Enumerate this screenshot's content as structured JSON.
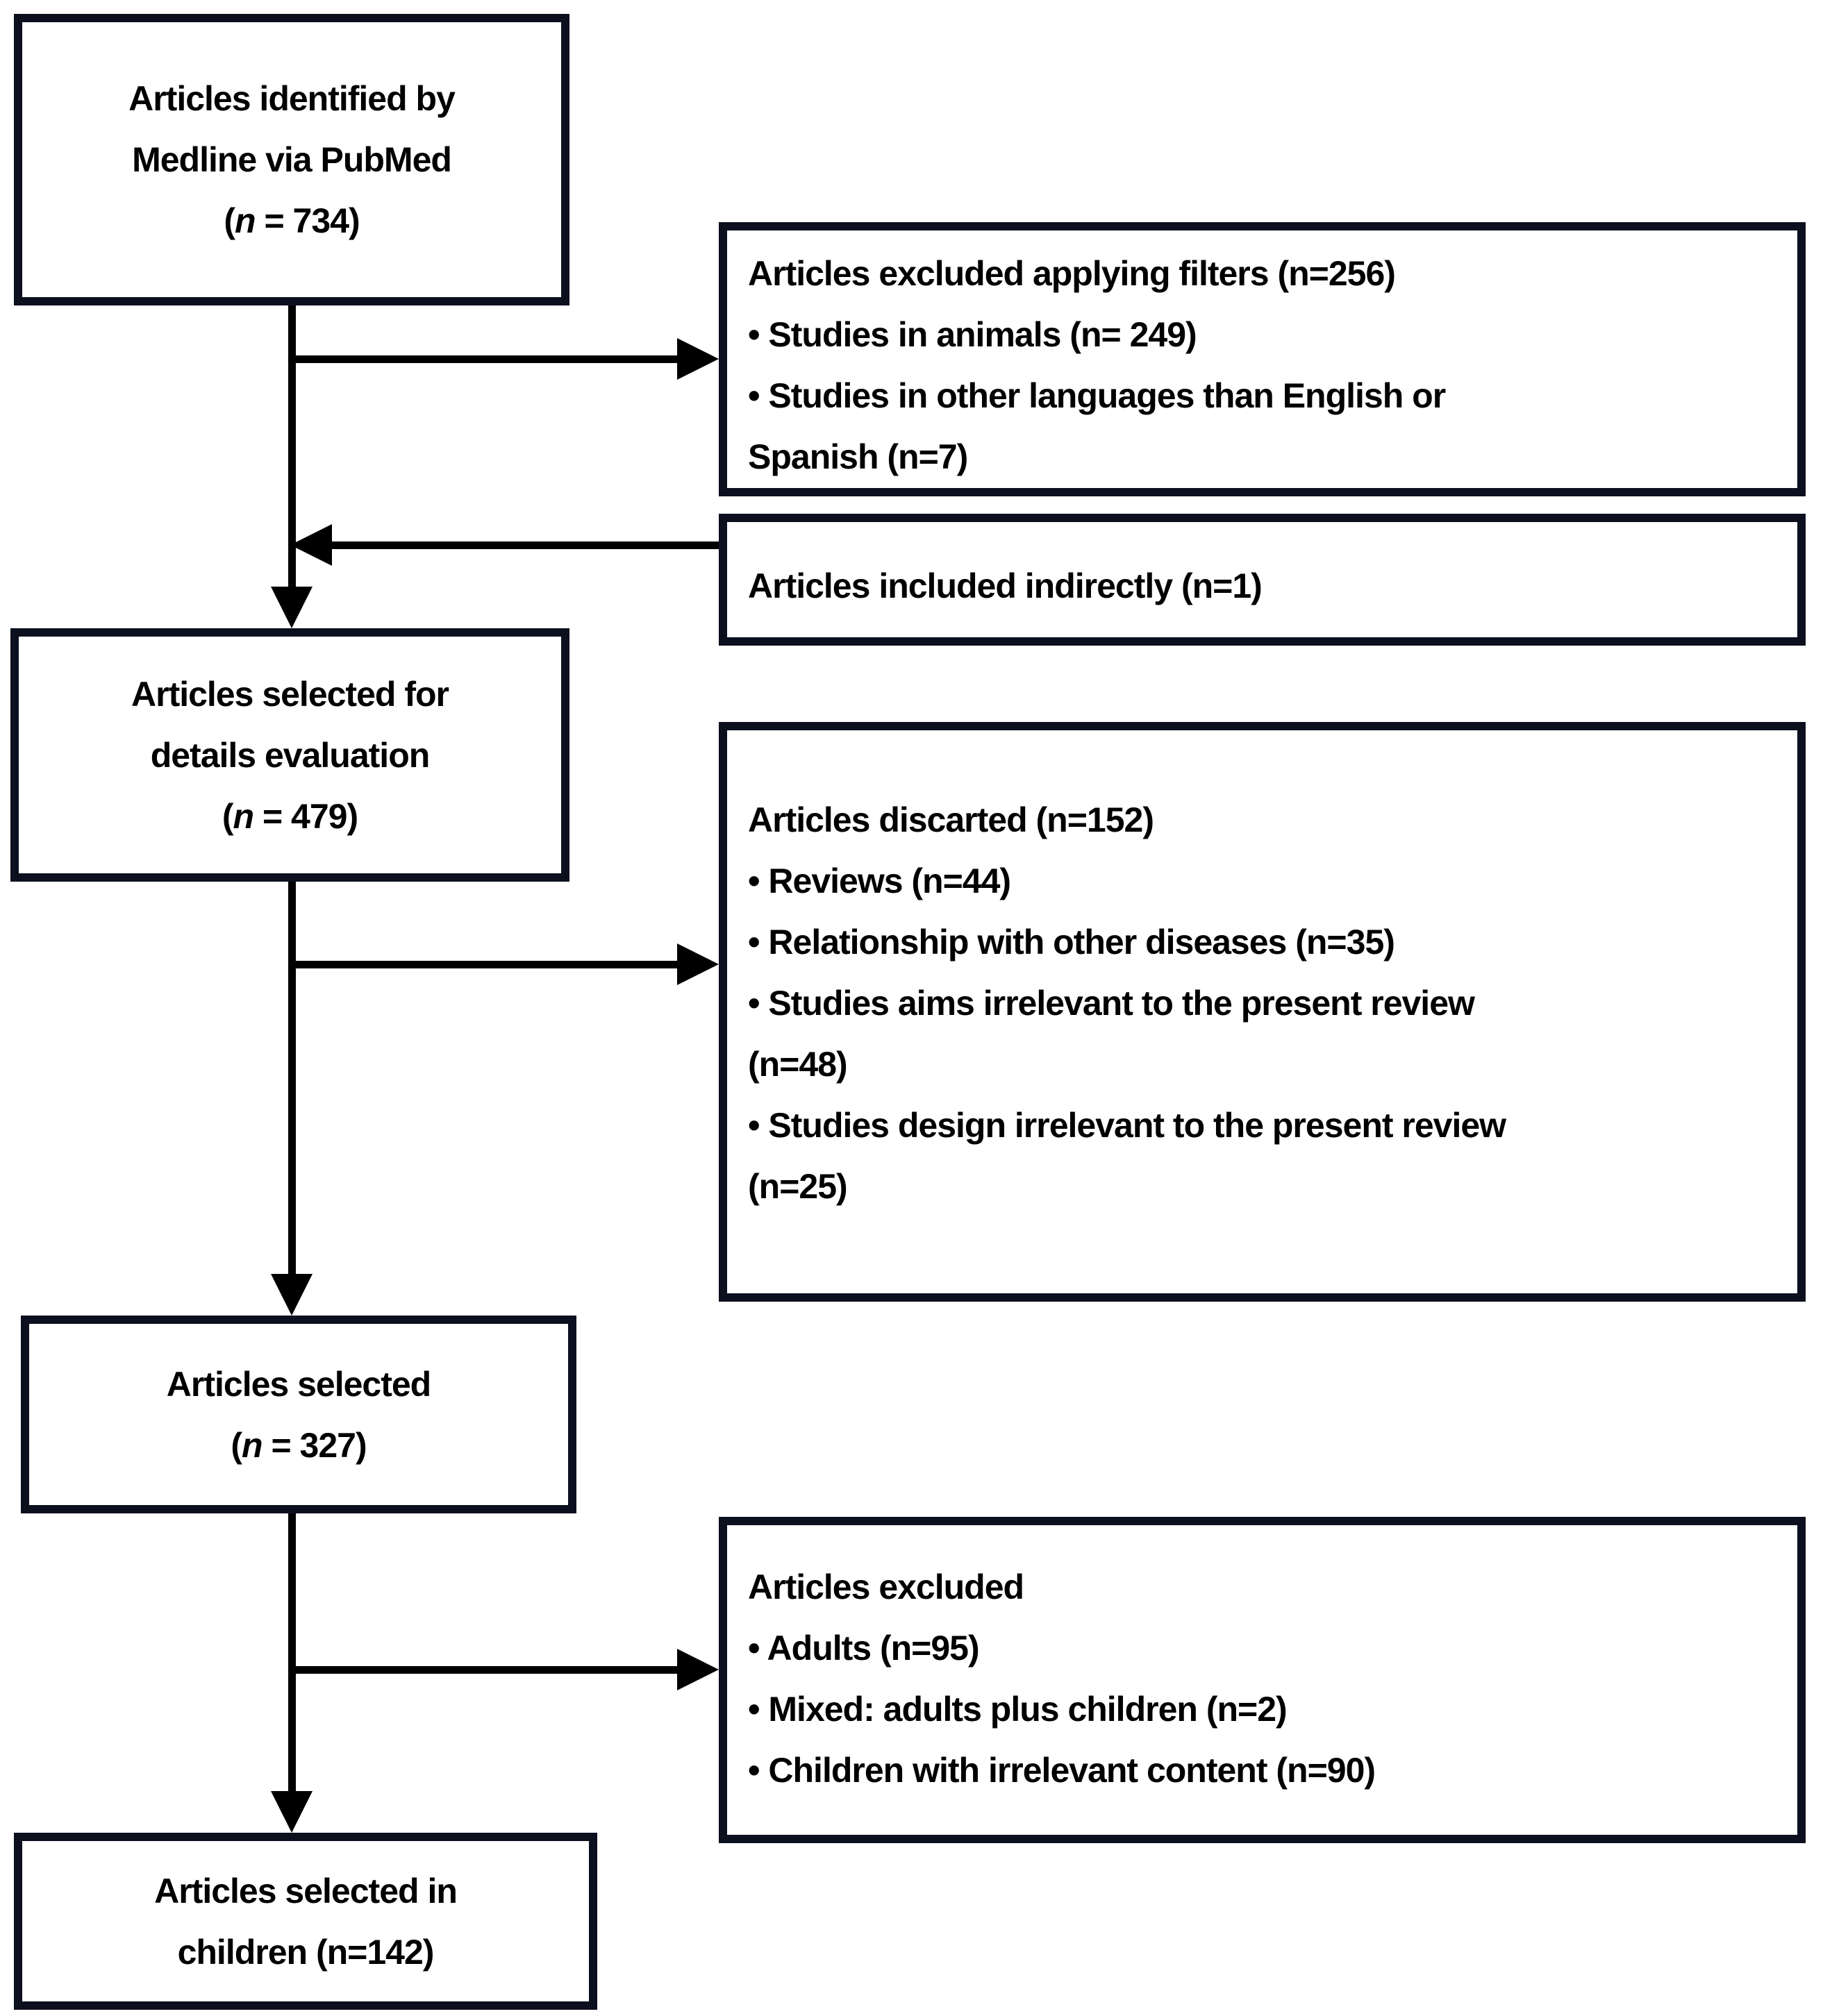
{
  "diagram": {
    "title": "Article selection flow diagram",
    "colors": {
      "background": "#ffffff",
      "box_border": "#0b0f1e",
      "connector": "#000000",
      "text": "#000000"
    },
    "boxes": {
      "identified": {
        "lines": [
          "Articles identified by",
          "Medline via PubMed"
        ],
        "count_open": "(",
        "count_n": "n",
        "count_rest": " = 734)"
      },
      "excluded_filters": {
        "lines": [
          "Articles excluded applying filters (n=256)",
          "• Studies in animals (n= 249)",
          "• Studies in other languages than English or",
          "Spanish (n=7)"
        ]
      },
      "included_indirectly": {
        "lines": [
          "Articles included indirectly (n=1)"
        ]
      },
      "selected_evaluation": {
        "lines": [
          "Articles selected for",
          "details evaluation"
        ],
        "count_open": "(",
        "count_n": "n",
        "count_rest": " = 479)"
      },
      "discarded": {
        "lines": [
          "Articles discarted (n=152)",
          "• Reviews (n=44)",
          "• Relationship with other diseases (n=35)",
          "• Studies aims irrelevant to the present review",
          "(n=48)",
          "• Studies design irrelevant to the present review",
          "(n=25)"
        ]
      },
      "selected": {
        "lines": [
          "Articles selected"
        ],
        "count_open": "(",
        "count_n": "n",
        "count_rest": " = 327)"
      },
      "excluded_population": {
        "lines": [
          "Articles excluded",
          "• Adults (n=95)",
          "• Mixed: adults plus children (n=2)",
          "• Children with irrelevant content (n=90)"
        ]
      },
      "selected_children": {
        "lines": [
          "Articles selected in",
          "children (n=142)"
        ]
      }
    }
  }
}
